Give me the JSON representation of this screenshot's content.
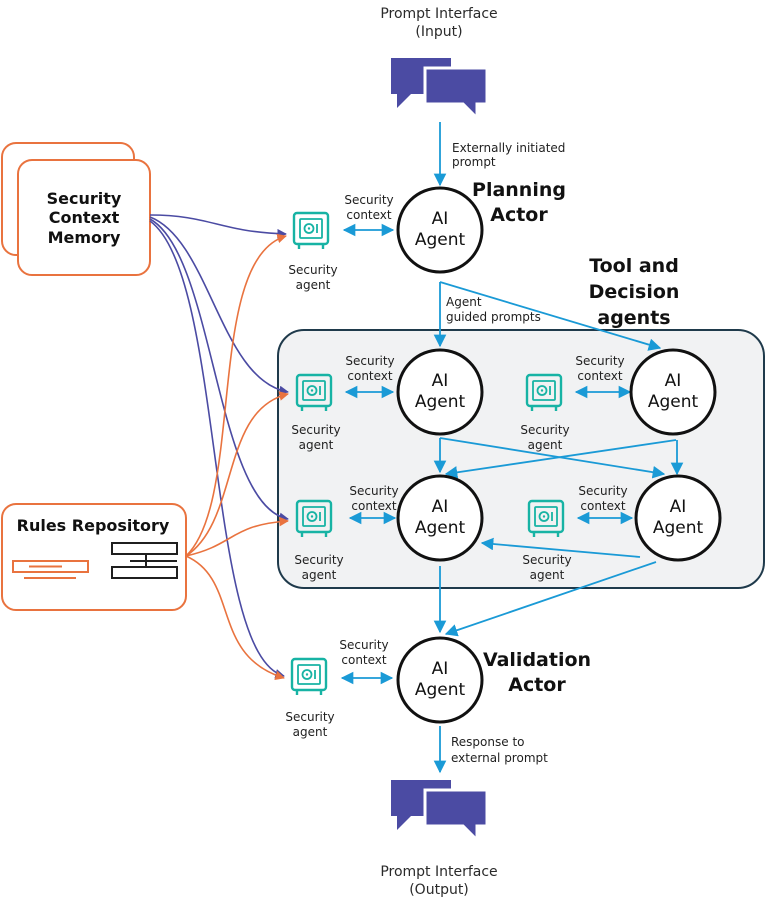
{
  "colors": {
    "accent_blue": "#1a9ad6",
    "orange": "#e9733f",
    "purple": "#4b4ba3",
    "teal": "#17b3a4",
    "panel_fill": "#f1f2f3",
    "panel_stroke": "#1f3a4b"
  },
  "top_interface": {
    "title": "Prompt Interface",
    "sub": "(Input)",
    "icon": "chat-bubbles-icon"
  },
  "bottom_interface": {
    "title": "Prompt Interface",
    "sub": "(Output)",
    "icon": "chat-bubbles-icon"
  },
  "security_context_memory": {
    "line1": "Security",
    "line2": "Context",
    "line3": "Memory"
  },
  "rules_repository": {
    "label": "Rules Repository",
    "icon": "rules-stack-icon"
  },
  "planning_actor": {
    "line1": "Planning",
    "line2": "Actor"
  },
  "validation_actor": {
    "line1": "Validation",
    "line2": "Actor"
  },
  "tool_decision": {
    "line1": "Tool and",
    "line2": "Decision",
    "line3": "agents"
  },
  "ai_agent": {
    "line1": "AI",
    "line2": "Agent"
  },
  "security_agent": {
    "line1": "Security",
    "line2": "agent",
    "icon": "safe-vault-icon"
  },
  "security_context": {
    "line1": "Security",
    "line2": "context"
  },
  "externally_initiated": {
    "line1": "Externally initiated",
    "line2": "prompt"
  },
  "agent_guided": {
    "line1": "Agent",
    "line2": "guided prompts"
  },
  "response": {
    "line1": "Response to",
    "line2": "external  prompt"
  }
}
